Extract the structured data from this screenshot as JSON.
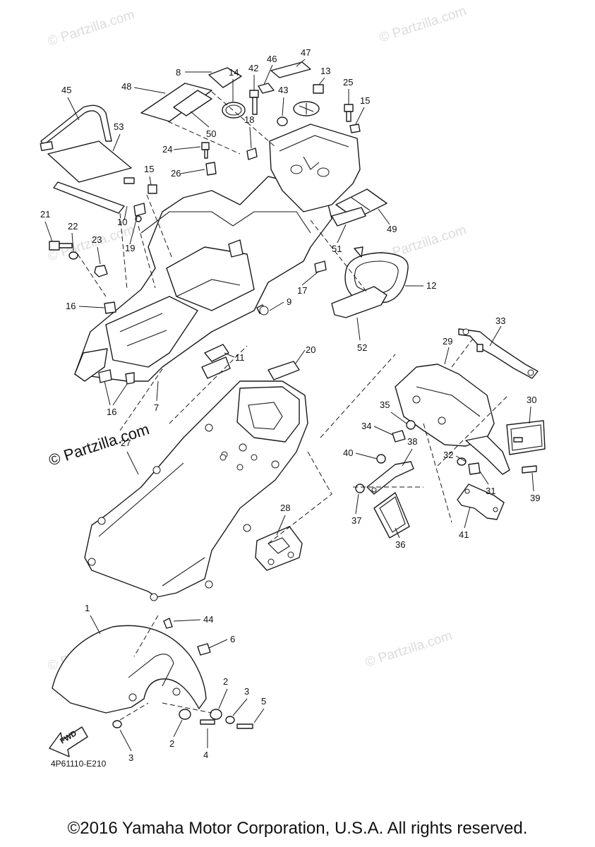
{
  "diagram": {
    "code": "4P61110-E210",
    "fwd_label": "FWD",
    "watermark_main": "© Partzilla.com",
    "watermark_faint": "© Partzilla.com",
    "copyright": "©2016 Yamaha Motor Corporation, U.S.A. All rights reserved."
  },
  "callouts": [
    {
      "id": "c8",
      "label": "8"
    },
    {
      "id": "c14",
      "label": "14"
    },
    {
      "id": "c42",
      "label": "42"
    },
    {
      "id": "c46",
      "label": "46"
    },
    {
      "id": "c47",
      "label": "47"
    },
    {
      "id": "c13",
      "label": "13"
    },
    {
      "id": "c25",
      "label": "25"
    },
    {
      "id": "c15a",
      "label": "15"
    },
    {
      "id": "c45",
      "label": "45"
    },
    {
      "id": "c48",
      "label": "48"
    },
    {
      "id": "c43",
      "label": "43"
    },
    {
      "id": "c18",
      "label": "18"
    },
    {
      "id": "c53",
      "label": "53"
    },
    {
      "id": "c50",
      "label": "50"
    },
    {
      "id": "c24",
      "label": "24"
    },
    {
      "id": "c26",
      "label": "26"
    },
    {
      "id": "c15b",
      "label": "15"
    },
    {
      "id": "c21",
      "label": "21"
    },
    {
      "id": "c22",
      "label": "22"
    },
    {
      "id": "c10",
      "label": "10"
    },
    {
      "id": "c23",
      "label": "23"
    },
    {
      "id": "c19",
      "label": "19"
    },
    {
      "id": "c49",
      "label": "49"
    },
    {
      "id": "c51",
      "label": "51"
    },
    {
      "id": "c12",
      "label": "12"
    },
    {
      "id": "c17",
      "label": "17"
    },
    {
      "id": "c16a",
      "label": "16"
    },
    {
      "id": "c9",
      "label": "9"
    },
    {
      "id": "c52",
      "label": "52"
    },
    {
      "id": "c33",
      "label": "33"
    },
    {
      "id": "c20",
      "label": "20"
    },
    {
      "id": "c29",
      "label": "29"
    },
    {
      "id": "c11",
      "label": "11"
    },
    {
      "id": "c30",
      "label": "30"
    },
    {
      "id": "c16b",
      "label": "16"
    },
    {
      "id": "c7",
      "label": "7"
    },
    {
      "id": "c35",
      "label": "35"
    },
    {
      "id": "c34",
      "label": "34"
    },
    {
      "id": "c27",
      "label": "27"
    },
    {
      "id": "c38",
      "label": "38"
    },
    {
      "id": "c40",
      "label": "40"
    },
    {
      "id": "c32",
      "label": "32"
    },
    {
      "id": "c31",
      "label": "31"
    },
    {
      "id": "c39",
      "label": "39"
    },
    {
      "id": "c37",
      "label": "37"
    },
    {
      "id": "c41",
      "label": "41"
    },
    {
      "id": "c36",
      "label": "36"
    },
    {
      "id": "c28",
      "label": "28"
    },
    {
      "id": "c1",
      "label": "1"
    },
    {
      "id": "c44",
      "label": "44"
    },
    {
      "id": "c6",
      "label": "6"
    },
    {
      "id": "c2a",
      "label": "2"
    },
    {
      "id": "c3a",
      "label": "3"
    },
    {
      "id": "c5",
      "label": "5"
    },
    {
      "id": "c2b",
      "label": "2"
    },
    {
      "id": "c4",
      "label": "4"
    },
    {
      "id": "c3b",
      "label": "3"
    }
  ]
}
